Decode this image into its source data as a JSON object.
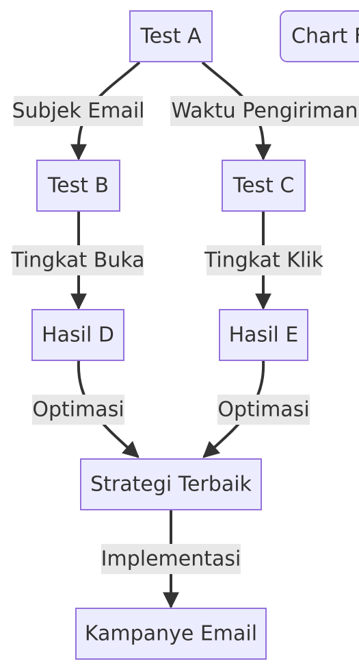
{
  "colors": {
    "node_fill": "#ECECFF",
    "node_stroke": "#9370DB",
    "edge": "#333333",
    "label_bg": "#E8E8E8",
    "text": "#333333"
  },
  "nodes": {
    "test_a": "Test A",
    "chart_partial": "Chart F",
    "test_b": "Test B",
    "test_c": "Test C",
    "hasil_d": "Hasil D",
    "hasil_e": "Hasil E",
    "strategi": "Strategi Terbaik",
    "kampanye": "Kampanye Email"
  },
  "edges": {
    "a_b": "Subjek Email",
    "a_c": "Waktu Pengiriman",
    "b_d": "Tingkat Buka",
    "c_e": "Tingkat Klik",
    "d_s": "Optimasi",
    "e_s": "Optimasi",
    "s_k": "Implementasi"
  }
}
